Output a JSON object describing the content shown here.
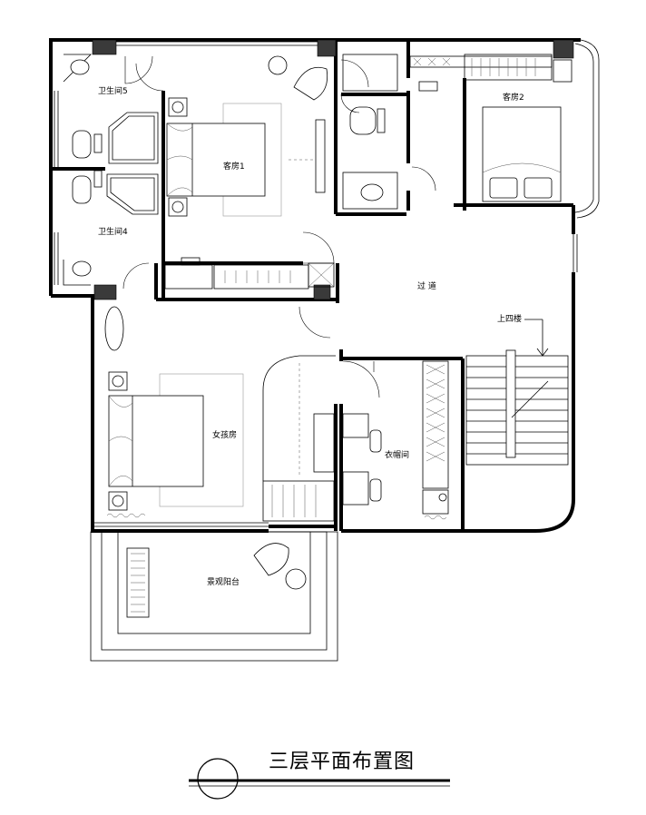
{
  "rooms": {
    "bathroom5": "卫生间5",
    "bathroom4": "卫生间4",
    "guest_room1": "客房1",
    "guest_room2": "客房2",
    "corridor": "过 道",
    "girls_room": "女孩房",
    "cloakroom": "衣帽间",
    "balcony": "景观阳台"
  },
  "stairs_label": "上四楼",
  "drawing_title": "三层平面布置图"
}
